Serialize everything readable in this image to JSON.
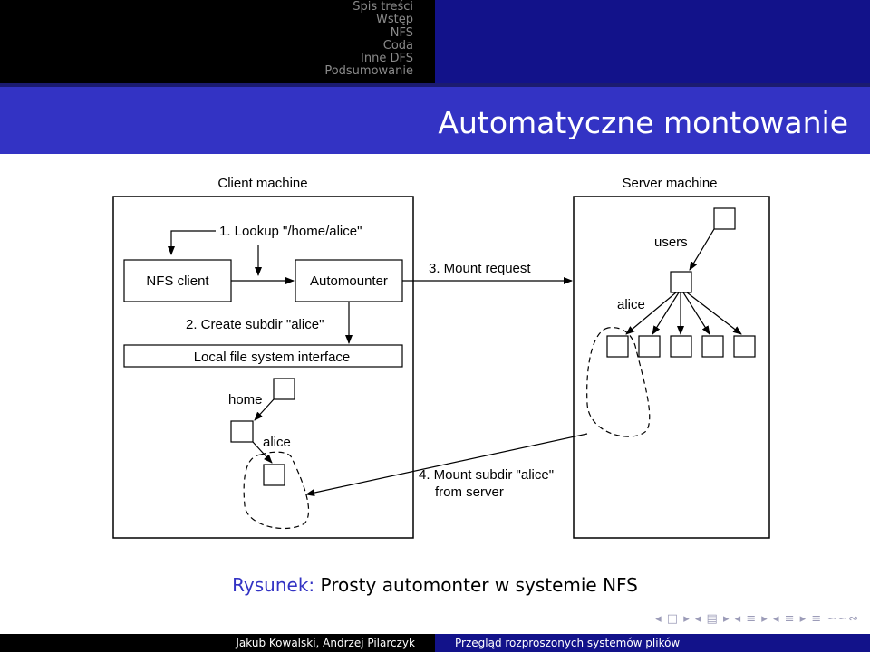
{
  "nav": {
    "items": [
      "Spis treści",
      "Wstęp",
      "NFS",
      "Coda",
      "Inne DFS",
      "Podsumowanie"
    ]
  },
  "frame": {
    "title": "Automatyczne montowanie"
  },
  "diagram": {
    "client_title": "Client machine",
    "server_title": "Server machine",
    "nfs_client": "NFS client",
    "automounter": "Automounter",
    "local_fs": "Local file system interface",
    "step1": "1. Lookup \"/home/alice\"",
    "step2": "2. Create subdir \"alice\"",
    "step3": "3. Mount request",
    "step4_line1": "4. Mount subdir \"alice\"",
    "step4_line2": "from server",
    "home_label": "home",
    "client_alice_label": "alice",
    "users_label": "users",
    "server_alice_label": "alice"
  },
  "caption": {
    "label": "Rysunek:",
    "text": "Prosty automonter w systemie NFS"
  },
  "footer": {
    "authors": "Jakub Kowalski, Andrzej Pilarczyk",
    "talk_title": "Przegląd rozproszonych systemów plików"
  },
  "colors": {
    "nav_bg": "#000000",
    "title_bar": "#3333c4",
    "footer_right": "#12128a",
    "caption_label": "#3333c4"
  }
}
